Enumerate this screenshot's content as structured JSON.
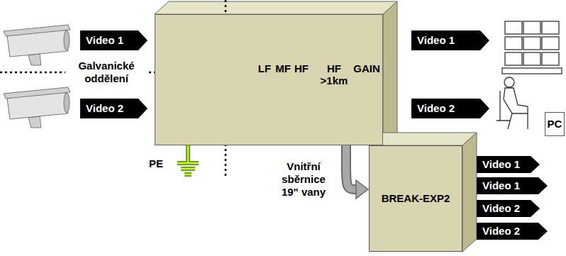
{
  "diagram": {
    "nodes": [
      {
        "text": [
          "Video 1"
        ]
      },
      {
        "text": [
          "LF",
          "MF",
          "HF",
          "HF >1km",
          "GAIN"
        ]
      },
      {
        "text": [
          "Video 1"
        ]
      },
      {
        "text": [
          "Video 2"
        ]
      },
      {
        "text": [
          "Video 2"
        ]
      },
      {
        "text": [
          "PC"
        ]
      },
      {
        "text": [
          "BREAK-EXP2"
        ]
      },
      {
        "text": [
          "Video 1"
        ]
      },
      {
        "text": [
          "Video 1"
        ]
      },
      {
        "text": [
          "Video 2"
        ]
      },
      {
        "text": [
          "Video 2"
        ]
      }
    ],
    "edges": [
      {
        "from": 1,
        "to": 6,
        "arrow": "to",
        "label": "Vnitřní sběrnice 19\" vany"
      }
    ],
    "labels": [
      "Galvanické oddělení",
      "PE"
    ]
  }
}
